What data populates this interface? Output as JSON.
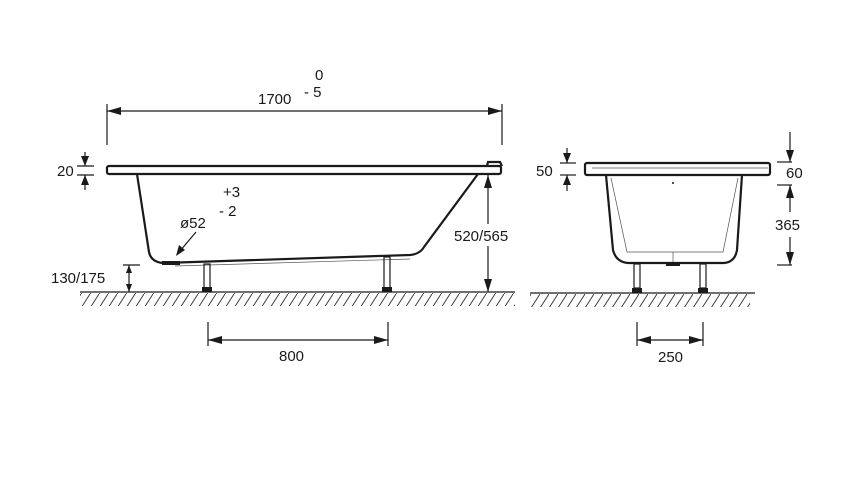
{
  "side_view": {
    "length": "1700",
    "length_tol_upper": "0",
    "length_tol_lower": "- 5",
    "rim_thickness": "20",
    "drain": "ø52",
    "drain_tol_upper": "+3",
    "drain_tol_lower": "- 2",
    "height": "520/565",
    "floor_clearance": "130/175",
    "leg_spacing": "800"
  },
  "end_view": {
    "rim_thickness": "50",
    "rim_height": "60",
    "depth": "365",
    "leg_spacing": "250"
  }
}
